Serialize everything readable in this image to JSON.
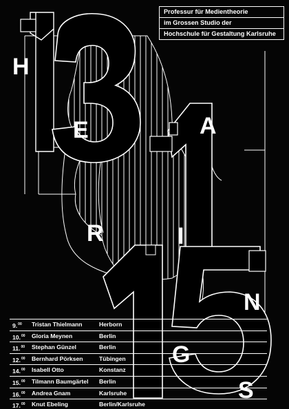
{
  "institution": {
    "lines": [
      "Professur für Medientheorie",
      "im Grossen Studio der",
      "Hochschule für Gestaltung Karlsruhe"
    ]
  },
  "numerals": [
    "13",
    "1",
    "15"
  ],
  "letters": [
    "H",
    "E",
    "A",
    "R",
    "I",
    "N",
    "G",
    "S"
  ],
  "schedule": [
    {
      "date": "9.",
      "time": "00",
      "name": "Tristan Thielmann",
      "city": "Herborn"
    },
    {
      "date": "10.",
      "time": "00",
      "name": "Gloria Meynen",
      "city": "Berlin"
    },
    {
      "date": "11.",
      "time": "00",
      "name": "Stephan Günzel",
      "city": "Berlin"
    },
    {
      "date": "12.",
      "time": "00",
      "name": "Bernhard Pörksen",
      "city": "Tübingen"
    },
    {
      "date": "14.",
      "time": "00",
      "name": "Isabell Otto",
      "city": "Konstanz"
    },
    {
      "date": "15.",
      "time": "00",
      "name": "Tilmann Baumgärtel",
      "city": "Berlin"
    },
    {
      "date": "16.",
      "time": "00",
      "name": "Andrea Gnam",
      "city": "Karlsruhe"
    },
    {
      "date": "17.",
      "time": "00",
      "name": "Knut Ebeling",
      "city": "Berlin/Karlsruhe"
    }
  ],
  "colors": {
    "background": "#050505",
    "ink": "#ffffff",
    "fill": "#000000"
  }
}
